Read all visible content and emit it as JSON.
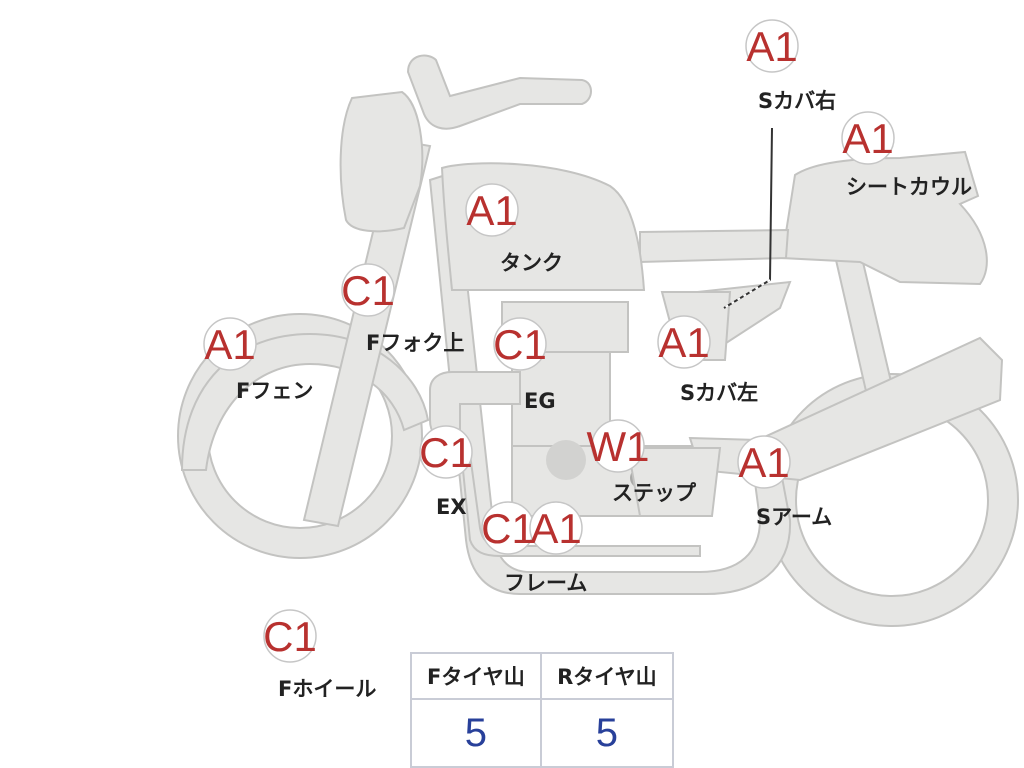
{
  "parts": [
    {
      "id": "s-cover-right",
      "grade": "A1",
      "label": "Sカバ右"
    },
    {
      "id": "seat-cowl",
      "grade": "A1",
      "label": "シートカウル"
    },
    {
      "id": "tank",
      "grade": "A1",
      "label": "タンク"
    },
    {
      "id": "f-fork-upper",
      "grade": "C1",
      "label": "Fフォク上"
    },
    {
      "id": "f-fender",
      "grade": "A1",
      "label": "Fフェン"
    },
    {
      "id": "engine",
      "grade": "C1",
      "label": "EG"
    },
    {
      "id": "s-cover-left",
      "grade": "A1",
      "label": "Sカバ左"
    },
    {
      "id": "exhaust",
      "grade": "C1",
      "label": "EX"
    },
    {
      "id": "step",
      "grade": "W1",
      "label": "ステップ"
    },
    {
      "id": "swing-arm",
      "grade": "A1",
      "label": "Sアーム"
    },
    {
      "id": "frame-c",
      "grade": "C1",
      "label": ""
    },
    {
      "id": "frame-a",
      "grade": "A1",
      "label": "フレーム"
    },
    {
      "id": "f-wheel",
      "grade": "C1",
      "label": "Fホイール"
    }
  ],
  "tires": {
    "front_label": "Fタイヤ山",
    "rear_label": "Rタイヤ山",
    "front_value": "5",
    "rear_value": "5"
  },
  "colors": {
    "grade_text": "#b8312f",
    "tire_value": "#28409a",
    "part_fill": "#e6e6e4"
  }
}
